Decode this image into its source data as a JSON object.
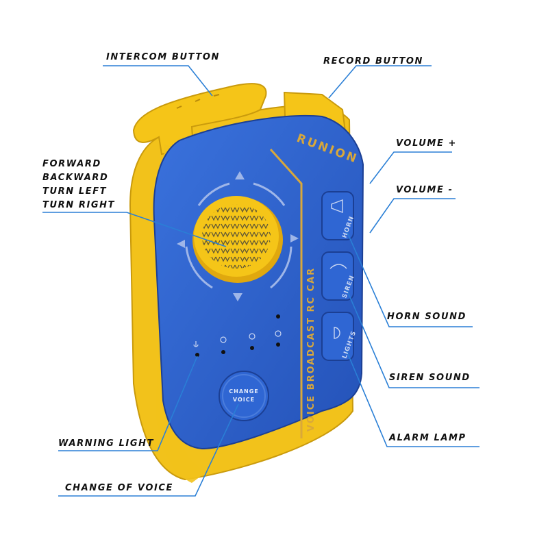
{
  "labels": {
    "intercom_button": "INTERCOM BUTTON",
    "record_button": "RECORD BUTTON",
    "joystick_forward": "FORWARD",
    "joystick_backward": "BACKWARD",
    "joystick_turn_left": "TURN LEFT",
    "joystick_turn_right": "TURN RIGHT",
    "volume_up": "VOLUME +",
    "volume_down": "VOLUME -",
    "horn_sound": "HORN SOUND",
    "siren_sound": "SIREN SOUND",
    "alarm_lamp": "ALARM LAMP",
    "warning_light": "WARNING LIGHT",
    "change_of_voice": "CHANGE OF VOICE"
  },
  "device": {
    "brand": "RUNION",
    "side_text": "VOICE BROADCAST RC CAR",
    "horn_button": "HORN",
    "siren_button": "SIREN",
    "lights_button": "LIGHTS",
    "change_voice_line1": "CHANGE",
    "change_voice_line2": "VOICE"
  },
  "colors": {
    "body_blue": "#2b5fc9",
    "body_blue_dark": "#1f47a3",
    "accent_yellow": "#f2c21b",
    "leader_line": "#2a7fd6",
    "label_text": "#111111",
    "print_gold": "#d9a83a"
  }
}
